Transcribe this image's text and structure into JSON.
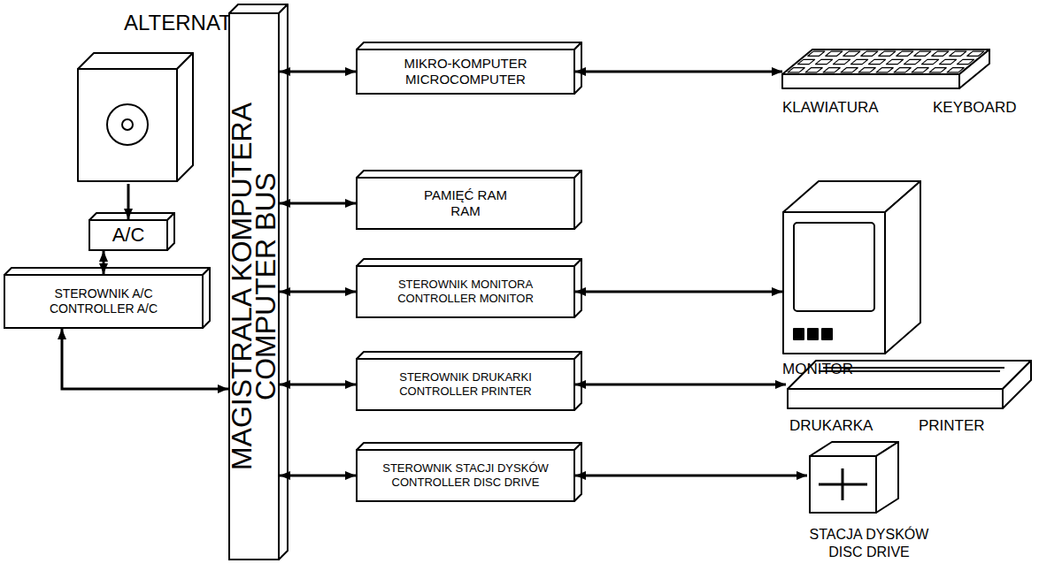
{
  "diagram": {
    "nodes": [
      {
        "text": [
          "ALTERNATOR"
        ]
      },
      {
        "text": [
          "A/C"
        ]
      },
      {
        "text": [
          "STEROWNIK  A/C",
          "CONTROLLER A/C"
        ]
      },
      {
        "text": [
          "MAGISTRALA KOMPUTERA",
          "COMPUTER BUS"
        ]
      },
      {
        "text": [
          "MIKRO-KOMPUTER",
          "MICROCOMPUTER"
        ]
      },
      {
        "text": [
          "KLAWIATURA",
          "KEYBOARD"
        ]
      },
      {
        "text": [
          "PAMIĘĆ RAM",
          "RAM"
        ]
      },
      {
        "text": [
          "STEROWNIK MONITORA",
          "CONTROLLER MONITOR"
        ]
      },
      {
        "text": [
          "MONITOR"
        ]
      },
      {
        "text": [
          "STEROWNIK DRUKARKI",
          "CONTROLLER PRINTER"
        ]
      },
      {
        "text": [
          "DRUKARKA",
          "PRINTER"
        ]
      },
      {
        "text": [
          "STEROWNIK STACJI DYSKÓW",
          "CONTROLLER DISC DRIVE"
        ]
      },
      {
        "text": [
          "STACJA DYSKÓW",
          "DISC DRIVE"
        ]
      }
    ],
    "edges": [
      {
        "from": 0,
        "to": 1,
        "arrow": "to"
      },
      {
        "from": 1,
        "to": 2,
        "arrow": "both"
      },
      {
        "from": 2,
        "to": 3,
        "arrow": "both"
      },
      {
        "from": 3,
        "to": 4,
        "arrow": "both"
      },
      {
        "from": 4,
        "to": 5,
        "arrow": "both"
      },
      {
        "from": 3,
        "to": 6,
        "arrow": "both"
      },
      {
        "from": 3,
        "to": 7,
        "arrow": "both"
      },
      {
        "from": 7,
        "to": 8,
        "arrow": "both"
      },
      {
        "from": 3,
        "to": 9,
        "arrow": "both"
      },
      {
        "from": 9,
        "to": 10,
        "arrow": "both"
      },
      {
        "from": 3,
        "to": 11,
        "arrow": "both"
      },
      {
        "from": 11,
        "to": 12,
        "arrow": "both"
      }
    ]
  }
}
